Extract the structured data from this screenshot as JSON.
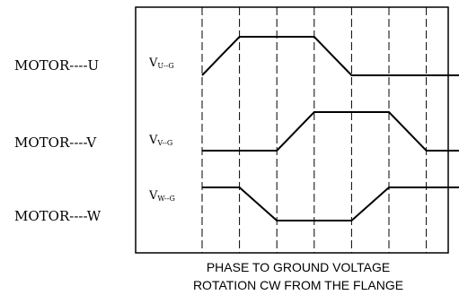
{
  "motors": [
    {
      "label": "MOTOR----U",
      "signal": "V",
      "subscript": "U--G",
      "levels": [
        0,
        1,
        1,
        1,
        0,
        0,
        0
      ]
    },
    {
      "label": "MOTOR----V",
      "signal": "V",
      "subscript": "V--G",
      "levels": [
        0,
        0,
        0,
        1,
        1,
        1,
        0
      ]
    },
    {
      "label": "MOTOR----W",
      "signal": "V",
      "subscript": "W--G",
      "levels": [
        1,
        1,
        0,
        0,
        0,
        1,
        1
      ]
    }
  ],
  "steps": 7,
  "caption": {
    "line1": "PHASE TO GROUND VOLTAGE",
    "line2": "ROTATION CW FROM THE FLANGE"
  }
}
